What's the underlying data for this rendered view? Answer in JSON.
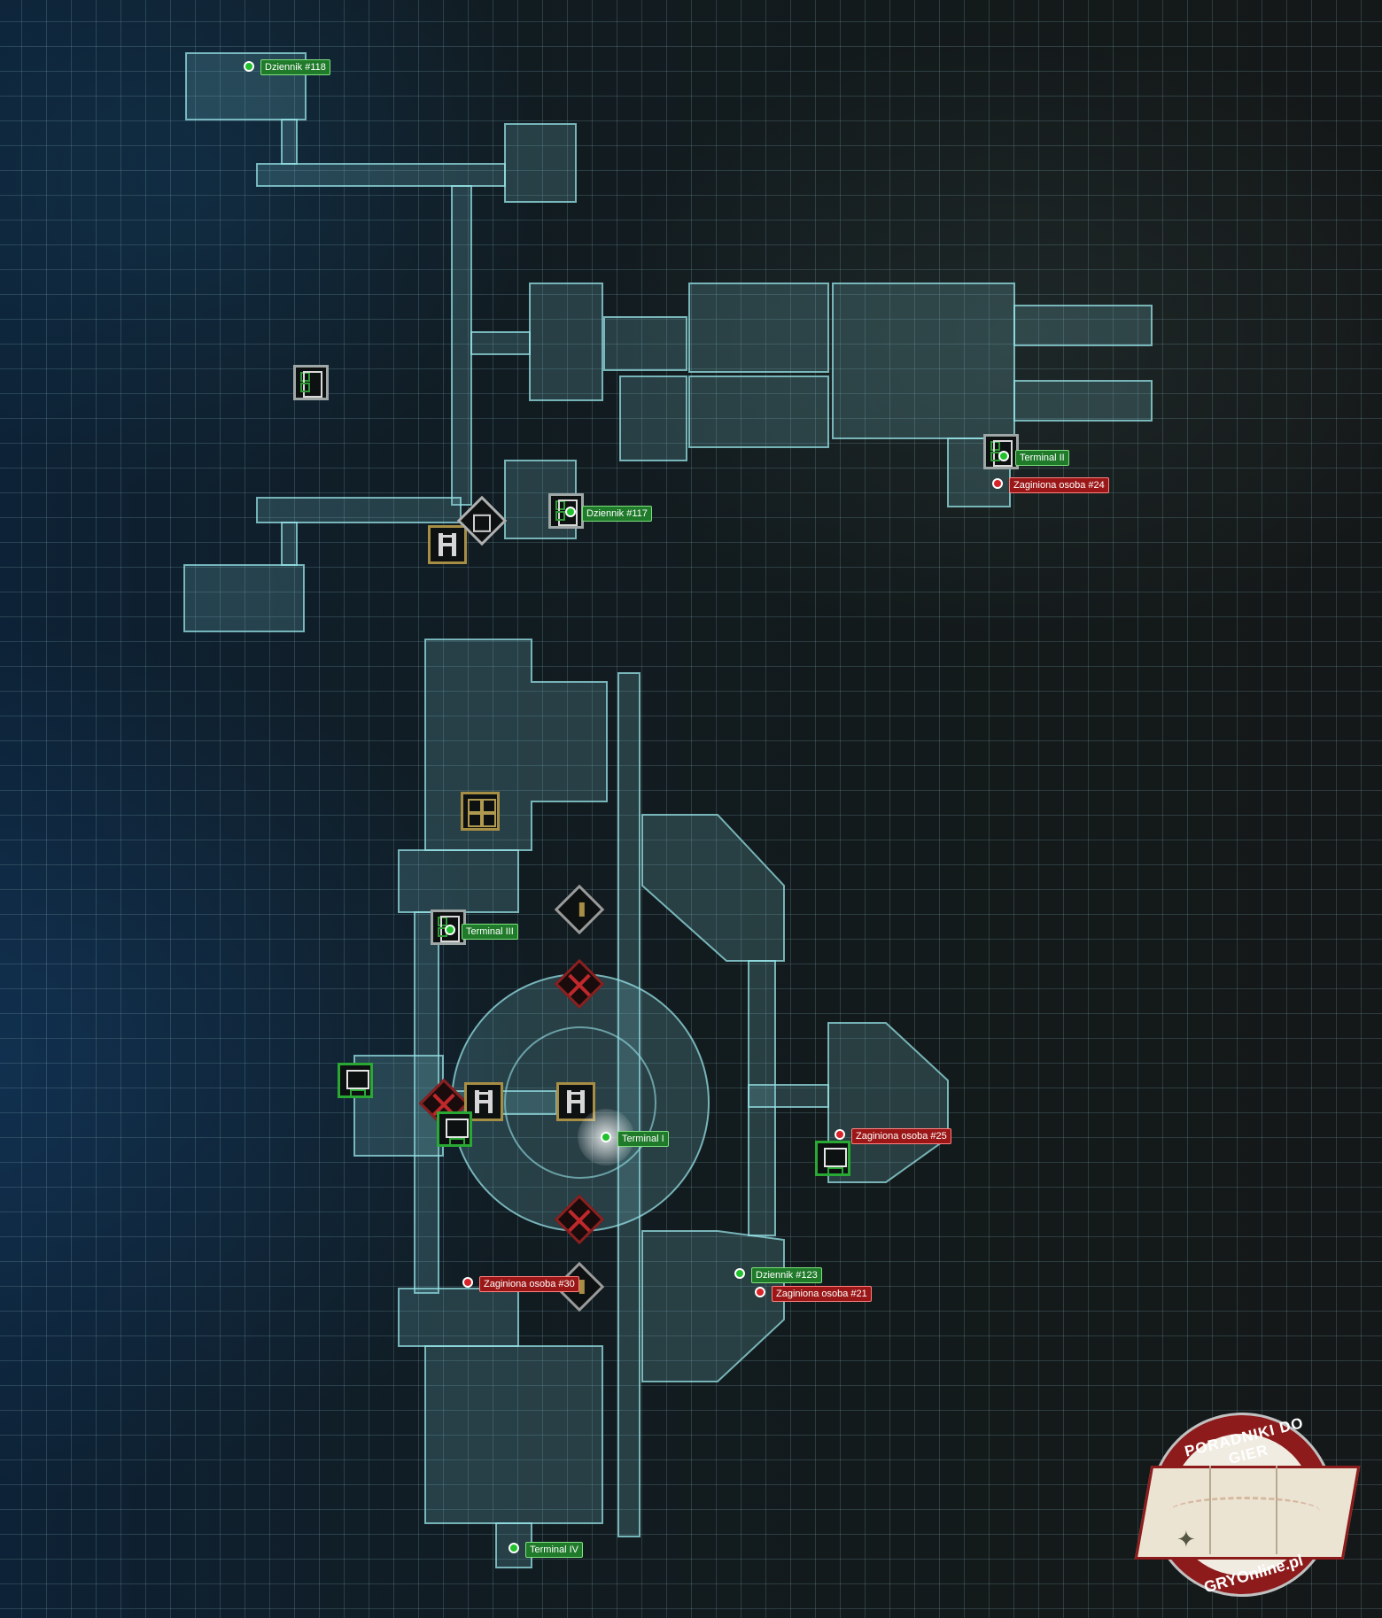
{
  "markers": {
    "dziennik_118": "Dziennik #118",
    "dziennik_117": "Dziennik #117",
    "terminal_ii": "Terminal II",
    "zaginiona_24": "Zaginiona osoba #24",
    "terminal_iii": "Terminal III",
    "terminal_i": "Terminal I",
    "zaginiona_25": "Zaginiona osoba #25",
    "dziennik_123": "Dziennik #123",
    "zaginiona_21": "Zaginiona osoba #21",
    "zaginiona_30": "Zaginiona osoba #30",
    "terminal_iv": "Terminal IV"
  },
  "badge": {
    "top_text": "PORADNIKI DO GIER",
    "bottom_text": "GRYOnline.pl"
  },
  "colors": {
    "collectible_marker": "#22c02e",
    "missing_person_marker": "#d8232a",
    "room_fill": "#78bec8",
    "badge_red": "#8e1b1b"
  },
  "icons": [
    "terminal-icon",
    "save-station-icon",
    "hatch-icon",
    "locked-door-x-icon",
    "warning-door-icon",
    "storage-cube-icon",
    "player-position-icon"
  ]
}
